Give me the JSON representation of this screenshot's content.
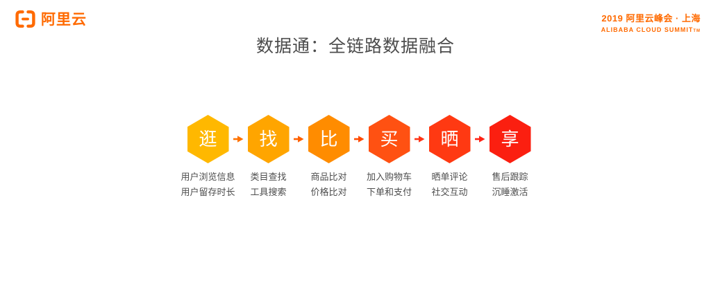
{
  "header": {
    "logo_text": "阿里云",
    "logo_icon": "alibaba-cloud-bracket-icon",
    "brand_color": "#FF6A00",
    "event_title": "2019 阿里云峰会 · 上海",
    "event_subtitle": "ALIBABA CLOUD SUMMIT",
    "event_trademark": "TM"
  },
  "slide": {
    "title": "数据通：全链路数据融合",
    "title_color": "#4C4C4C",
    "background_color": "#FFFFFF"
  },
  "flow": {
    "stages": [
      {
        "label": "逛",
        "color": "#FFB800",
        "lines": [
          "用户浏览信息",
          "用户留存时长"
        ]
      },
      {
        "label": "找",
        "color": "#FFA500",
        "lines": [
          "类目查找",
          "工具搜索"
        ]
      },
      {
        "label": "比",
        "color": "#FF8C00",
        "lines": [
          "商品比对",
          "价格比对"
        ]
      },
      {
        "label": "买",
        "color": "#FF5112",
        "lines": [
          "加入购物车",
          "下单和支付"
        ]
      },
      {
        "label": "晒",
        "color": "#FF3912",
        "lines": [
          "晒单评论",
          "社交互动"
        ]
      },
      {
        "label": "享",
        "color": "#FB1F10",
        "lines": [
          "售后跟踪",
          "沉睡激活"
        ]
      }
    ],
    "arrow_icon": "arrow-right-icon",
    "arrow_colors": [
      "#FF7200",
      "#FF6000",
      "#FF4A00",
      "#FF3415",
      "#FF2113"
    ],
    "text_color": "#4D4D4D"
  }
}
